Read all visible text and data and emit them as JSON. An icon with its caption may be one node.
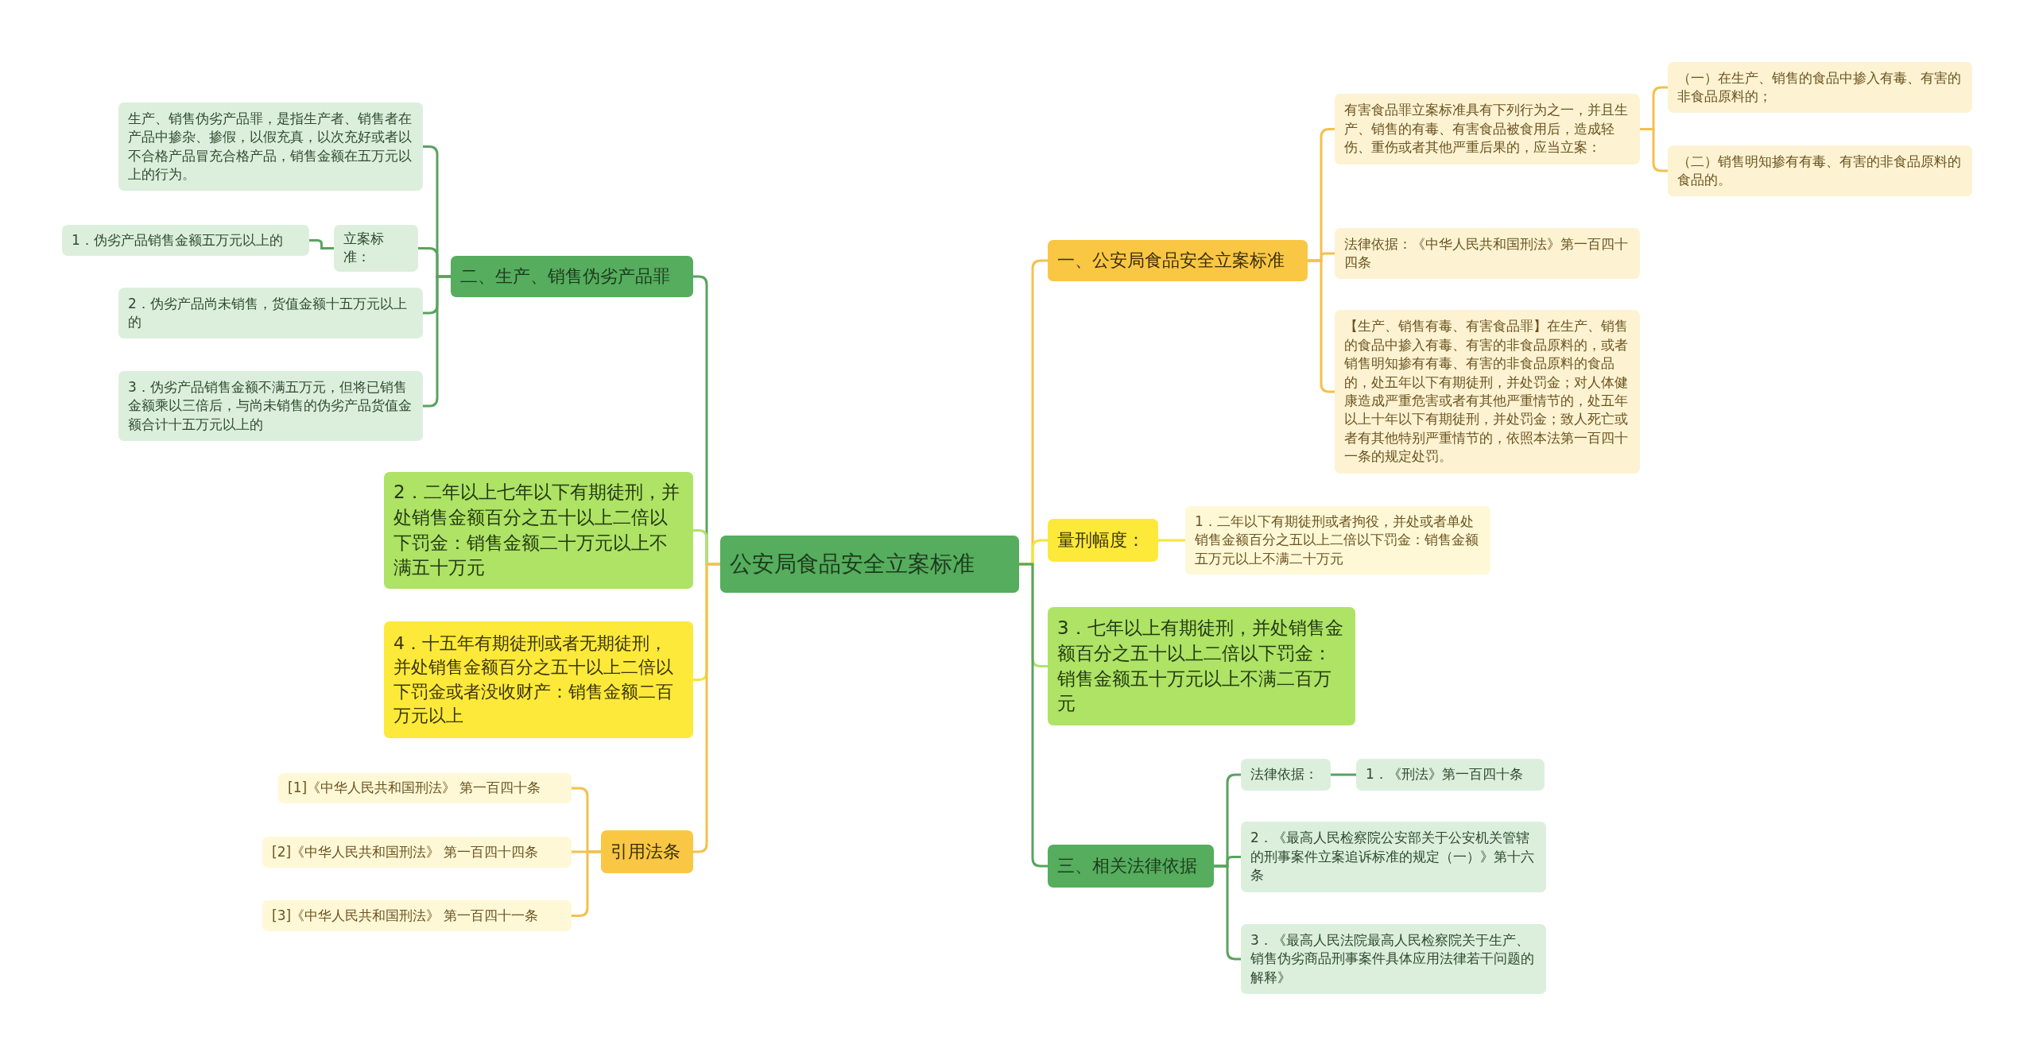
{
  "diagram": {
    "nodes": [
      {
        "text": [
          "公安局食品安全立案标准"
        ]
      },
      {
        "text": [
          "一、公安局食品安全立案标准"
        ]
      },
      {
        "text": [
          "有害食品罪立案标准具有下列行为之一，并且生产、销售的有毒、有害食品被食用后，造成轻伤、重伤或者其他严重后果的，应当立案："
        ]
      },
      {
        "text": [
          "（一）在生产、销售的食品中掺入有毒、有害的非食品原料的；"
        ]
      },
      {
        "text": [
          "（二）销售明知掺有有毒、有害的非食品原料的食品的。"
        ]
      },
      {
        "text": [
          "法律依据：《中华人民共和国刑法》第一百四十四条"
        ]
      },
      {
        "text": [
          "【生产、销售有毒、有害食品罪】在生产、销售的食品中掺入有毒、有害的非食品原料的，或者销售明知掺有有毒、有害的非食品原料的食品的，处五年以下有期徒刑，并处罚金；对人体健康造成严重危害或者有其他严重情节的，处五年以上十年以下有期徒刑，并处罚金；致人死亡或者有其他特别严重情节的，依照本法第一百四十一条的规定处罚。"
        ]
      },
      {
        "text": [
          "量刑幅度："
        ]
      },
      {
        "text": [
          "1．二年以下有期徒刑或者拘役，并处或者单处销售金额百分之五以上二倍以下罚金：销售金额五万元以上不满二十万元"
        ]
      },
      {
        "text": [
          "3．七年以上有期徒刑，并处销售金额百分之五十以上二倍以下罚金：销售金额五十万元以上不满二百万元"
        ]
      },
      {
        "text": [
          "三、相关法律依据"
        ]
      },
      {
        "text": [
          "法律依据："
        ]
      },
      {
        "text": [
          "1．《刑法》第一百四十条"
        ]
      },
      {
        "text": [
          "2．《最高人民检察院公安部关于公安机关管辖的刑事案件立案追诉标准的规定（一）》第十六条"
        ]
      },
      {
        "text": [
          "3．《最高人民法院最高人民检察院关于生产、销售伪劣商品刑事案件具体应用法律若干问题的解释》"
        ]
      },
      {
        "text": [
          "二、生产、销售伪劣产品罪"
        ]
      },
      {
        "text": [
          "生产、销售伪劣产品罪，是指生产者、销售者在产品中掺杂、掺假，以假充真，以次充好或者以不合格产品冒充合格产品，销售金额在五万元以上的行为。"
        ]
      },
      {
        "text": [
          "立案标准："
        ]
      },
      {
        "text": [
          "1．伪劣产品销售金额五万元以上的"
        ]
      },
      {
        "text": [
          "2．伪劣产品尚未销售，货值金额十五万元以上的"
        ]
      },
      {
        "text": [
          "3．伪劣产品销售金额不满五万元，但将已销售金额乘以三倍后，与尚未销售的伪劣产品货值金额合计十五万元以上的"
        ]
      },
      {
        "text": [
          "2．二年以上七年以下有期徒刑，并处销售金额百分之五十以上二倍以下罚金：销售金额二十万元以上不满五十万元"
        ]
      },
      {
        "text": [
          "4．十五年有期徒刑或者无期徒刑，并处销售金额百分之五十以上二倍以下罚金或者没收财产：销售金额二百万元以上"
        ]
      },
      {
        "text": [
          "引用法条"
        ]
      },
      {
        "text": [
          "[1]《中华人民共和国刑法》 第一百四十条"
        ]
      },
      {
        "text": [
          "[2]《中华人民共和国刑法》 第一百四十四条"
        ]
      },
      {
        "text": [
          "[3]《中华人民共和国刑法》 第一百四十一条"
        ]
      }
    ],
    "edges": [
      {
        "from": 0,
        "to": 1,
        "arrow": "none",
        "color": "#f2c14e"
      },
      {
        "from": 1,
        "to": 2,
        "arrow": "none",
        "color": "#f2c14e"
      },
      {
        "from": 2,
        "to": 3,
        "arrow": "none",
        "color": "#f2c14e"
      },
      {
        "from": 2,
        "to": 4,
        "arrow": "none",
        "color": "#f2c14e"
      },
      {
        "from": 1,
        "to": 5,
        "arrow": "none",
        "color": "#f2c14e"
      },
      {
        "from": 1,
        "to": 6,
        "arrow": "none",
        "color": "#f2c14e"
      },
      {
        "from": 0,
        "to": 7,
        "arrow": "none",
        "color": "#f5e33a"
      },
      {
        "from": 7,
        "to": 8,
        "arrow": "none",
        "color": "#f5e33a"
      },
      {
        "from": 0,
        "to": 9,
        "arrow": "none",
        "color": "#b4e06e"
      },
      {
        "from": 0,
        "to": 10,
        "arrow": "none"
      },
      {
        "from": 10,
        "to": 11,
        "arrow": "none"
      },
      {
        "from": 11,
        "to": 12,
        "arrow": "none"
      },
      {
        "from": 10,
        "to": 13,
        "arrow": "none"
      },
      {
        "from": 10,
        "to": 14,
        "arrow": "none"
      },
      {
        "from": 0,
        "to": 15,
        "arrow": "none"
      },
      {
        "from": 15,
        "to": 16,
        "arrow": "none"
      },
      {
        "from": 15,
        "to": 17,
        "arrow": "none"
      },
      {
        "from": 17,
        "to": 18,
        "arrow": "none"
      },
      {
        "from": 15,
        "to": 19,
        "arrow": "none"
      },
      {
        "from": 15,
        "to": 20,
        "arrow": "none"
      },
      {
        "from": 0,
        "to": 21,
        "arrow": "none",
        "color": "#b4e06e"
      },
      {
        "from": 0,
        "to": 22,
        "arrow": "none",
        "color": "#f5e33a"
      },
      {
        "from": 0,
        "to": 23,
        "arrow": "none",
        "color": "#f2c14e"
      },
      {
        "from": 23,
        "to": 24,
        "arrow": "none",
        "color": "#f2c14e"
      },
      {
        "from": 23,
        "to": 25,
        "arrow": "none",
        "color": "#f2c14e"
      },
      {
        "from": 23,
        "to": 26,
        "arrow": "none",
        "color": "#f2c14e"
      }
    ]
  }
}
